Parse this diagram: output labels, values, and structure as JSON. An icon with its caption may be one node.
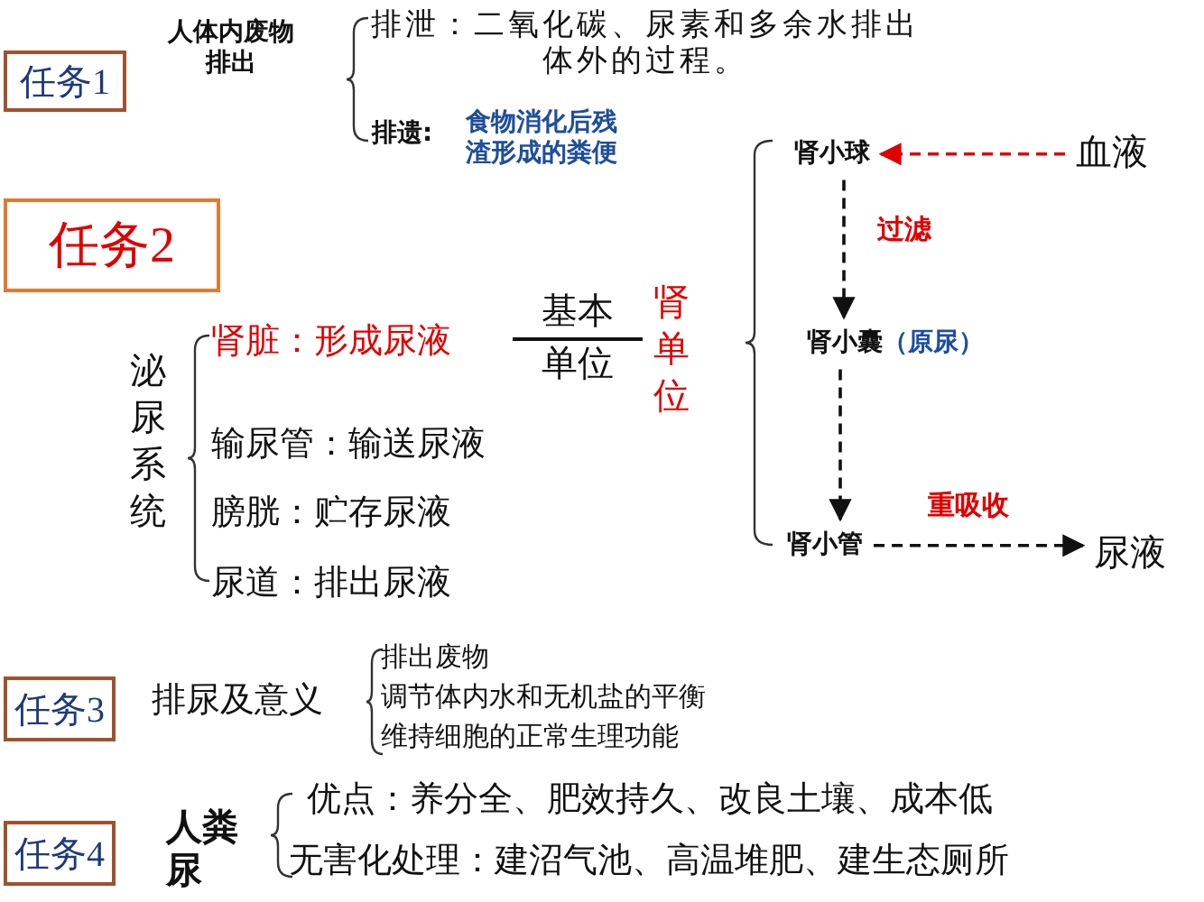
{
  "diagram": {
    "nodes": [
      {
        "text": [
          "任务1"
        ]
      },
      {
        "text": [
          "任务2"
        ]
      },
      {
        "text": [
          "任务3"
        ]
      },
      {
        "text": [
          "任务4"
        ]
      },
      {
        "text": [
          "肾小球"
        ]
      },
      {
        "text": [
          "血液"
        ]
      },
      {
        "text": [
          "肾小囊",
          "（原尿）"
        ]
      },
      {
        "text": [
          "肾小管"
        ]
      },
      {
        "text": [
          "尿液"
        ]
      }
    ],
    "edges": [
      {
        "from": 5,
        "to": 4,
        "arrow": "to",
        "style": "dashed",
        "color": "#e00000"
      },
      {
        "from": 4,
        "to": 6,
        "arrow": "to",
        "style": "dashed",
        "label": "过滤"
      },
      {
        "from": 6,
        "to": 7,
        "arrow": "to",
        "style": "dashed"
      },
      {
        "from": 7,
        "to": 8,
        "arrow": "to",
        "style": "dashed",
        "label": "重吸收"
      }
    ],
    "labels": [
      "人体内废物排出",
      "排泄：二氧化碳、尿素和多余水排出体外的过程。",
      "排遗:",
      "食物消化后残渣形成的粪便",
      "泌尿系统",
      "肾脏：形成尿液",
      "基本",
      "单位",
      "肾单位",
      "输尿管：输送尿液",
      "膀胱：贮存尿液",
      "尿道：排出尿液",
      "排尿及意义",
      "排出废物",
      "调节体内水和无机盐的平衡",
      "维持细胞的正常生理功能",
      "人粪尿",
      "优点：养分全、肥效持久、改良土壤、成本低",
      "无害化处理：建沼气池、高温堆肥、建生态厕所"
    ]
  }
}
